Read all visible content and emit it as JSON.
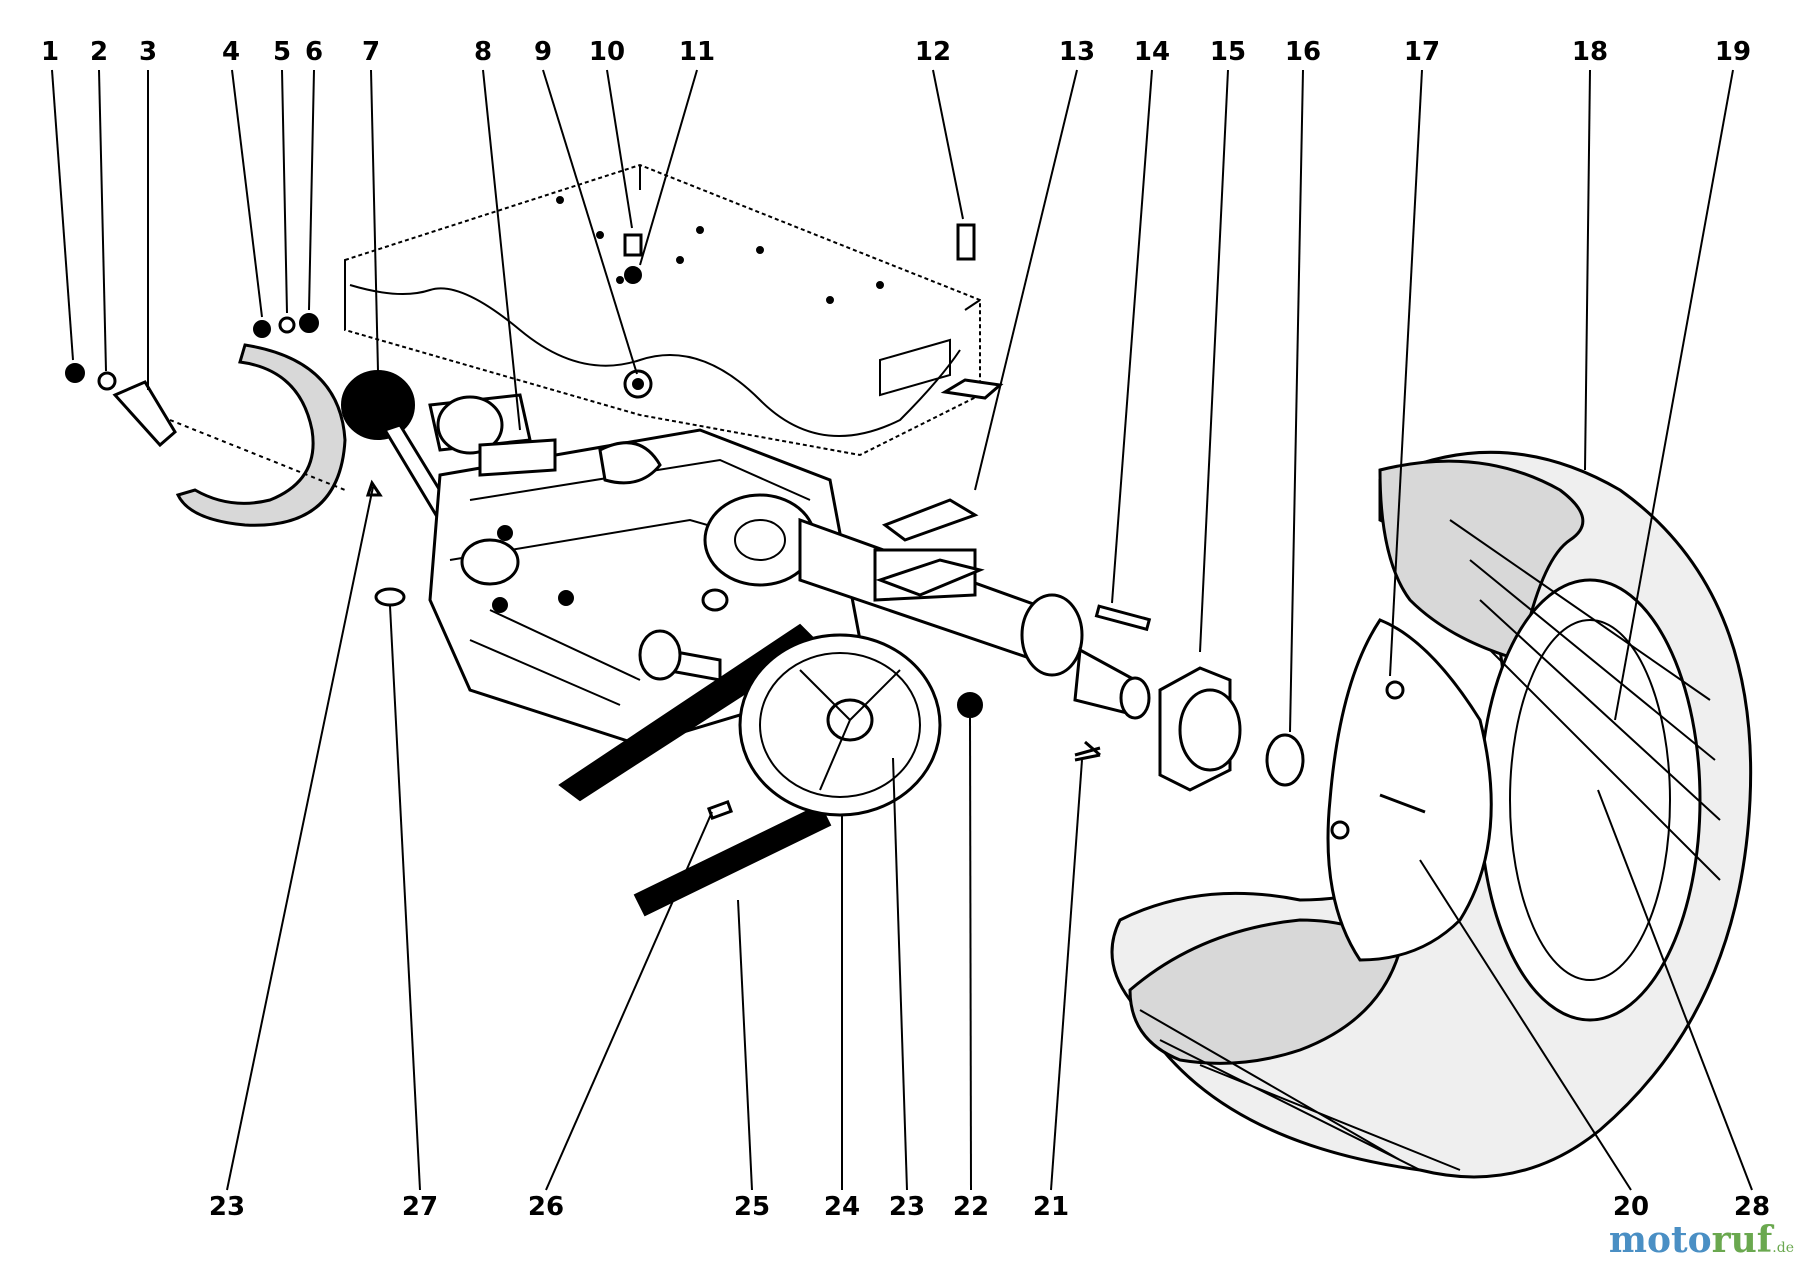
{
  "diagram": {
    "callouts_top": [
      "1",
      "2",
      "3",
      "4",
      "5",
      "6",
      "7",
      "8",
      "9",
      "10",
      "11",
      "12",
      "13",
      "14",
      "15",
      "16",
      "17",
      "18",
      "19"
    ],
    "callouts_bottom": [
      "23",
      "27",
      "26",
      "25",
      "24",
      "23",
      "22",
      "21",
      "20",
      "28"
    ]
  },
  "watermark": {
    "part1": "moto",
    "part2": "ruf",
    "suffix": ".de"
  },
  "colors": {
    "ink": "#000000",
    "paper": "#ffffff",
    "watermark_blue": "#4a8fc4",
    "watermark_green": "#6aa84f"
  }
}
